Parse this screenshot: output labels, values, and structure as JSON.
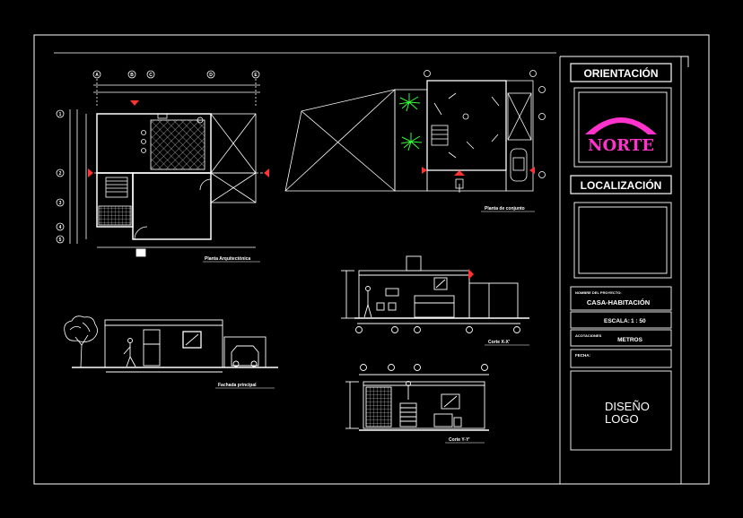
{
  "title_block": {
    "orientation_title": "ORIENTACIÓN",
    "north_label": "NORTE",
    "location_title": "LOCALIZACIÓN",
    "project_label": "NOMBRE DEL PROYECTO:",
    "project_name": "CASA-HABITACIÓN",
    "scale_label": "ESCALA:",
    "scale_value": "1 : 50",
    "units_label": "ACOTACIONES",
    "units_value": "METROS",
    "date_label": "FECHA:",
    "logo_line1": "DISEÑO",
    "logo_line2": "LOGO"
  },
  "drawings": {
    "floor_plan_title": "Planta Arquitectónica",
    "site_plan_title": "Planta de conjunto",
    "facade_title": "Fachada principal",
    "section_x_title": "Corte X-X'",
    "section_y_title": "Corte Y-Y'"
  },
  "colors": {
    "background": "#000000",
    "lines": "#ffffff",
    "accent_magenta": "#ff33cc",
    "vegetation": "#33ff33",
    "axis_marks": "#ff3333"
  },
  "axis_labels": {
    "columns": [
      "A",
      "B",
      "C",
      "D",
      "E"
    ],
    "rows": [
      "1",
      "2",
      "3",
      "4",
      "5"
    ]
  }
}
